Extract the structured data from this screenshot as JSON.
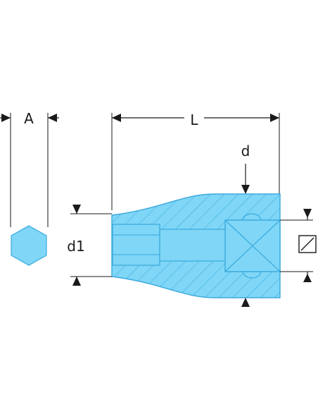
{
  "colors": {
    "fill": "#7fd6f7",
    "outline": "#3aa9dc",
    "ink": "#1a1a1a"
  },
  "labels": {
    "across_flats": "A",
    "length": "L",
    "drive_diameter": "d",
    "socket_diameter": "d1"
  }
}
